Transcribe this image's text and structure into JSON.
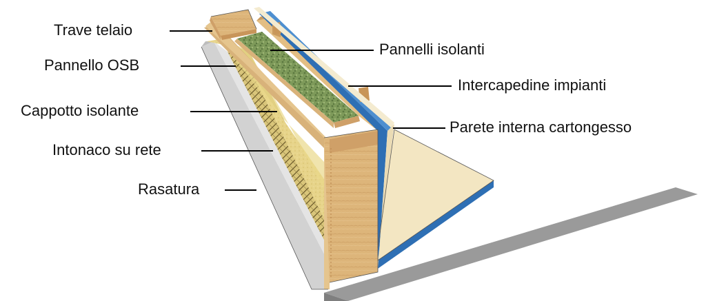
{
  "labels": {
    "trave_telaio": "Trave telaio",
    "pannello_osb": "Pannello OSB",
    "cappotto_isolante": "Cappotto isolante",
    "intonaco_su_rete": "Intonaco su rete",
    "rasatura": "Rasatura",
    "pannelli_isolanti": "Pannelli isolanti",
    "intercapedine_impianti": "Intercapedine impianti",
    "parete_interna_cartongesso": "Parete interna cartongesso"
  },
  "colors": {
    "wood": "#E0B87A",
    "wood_dark": "#C8955A",
    "insulation_wool": "#E9D98A",
    "insulation_green": "#6E8B4E",
    "vapor_blue": "#2E6FB4",
    "plaster_grey": "#D6D6D6",
    "floor_cream": "#F4E8C6",
    "concrete": "#8E8E8E"
  }
}
